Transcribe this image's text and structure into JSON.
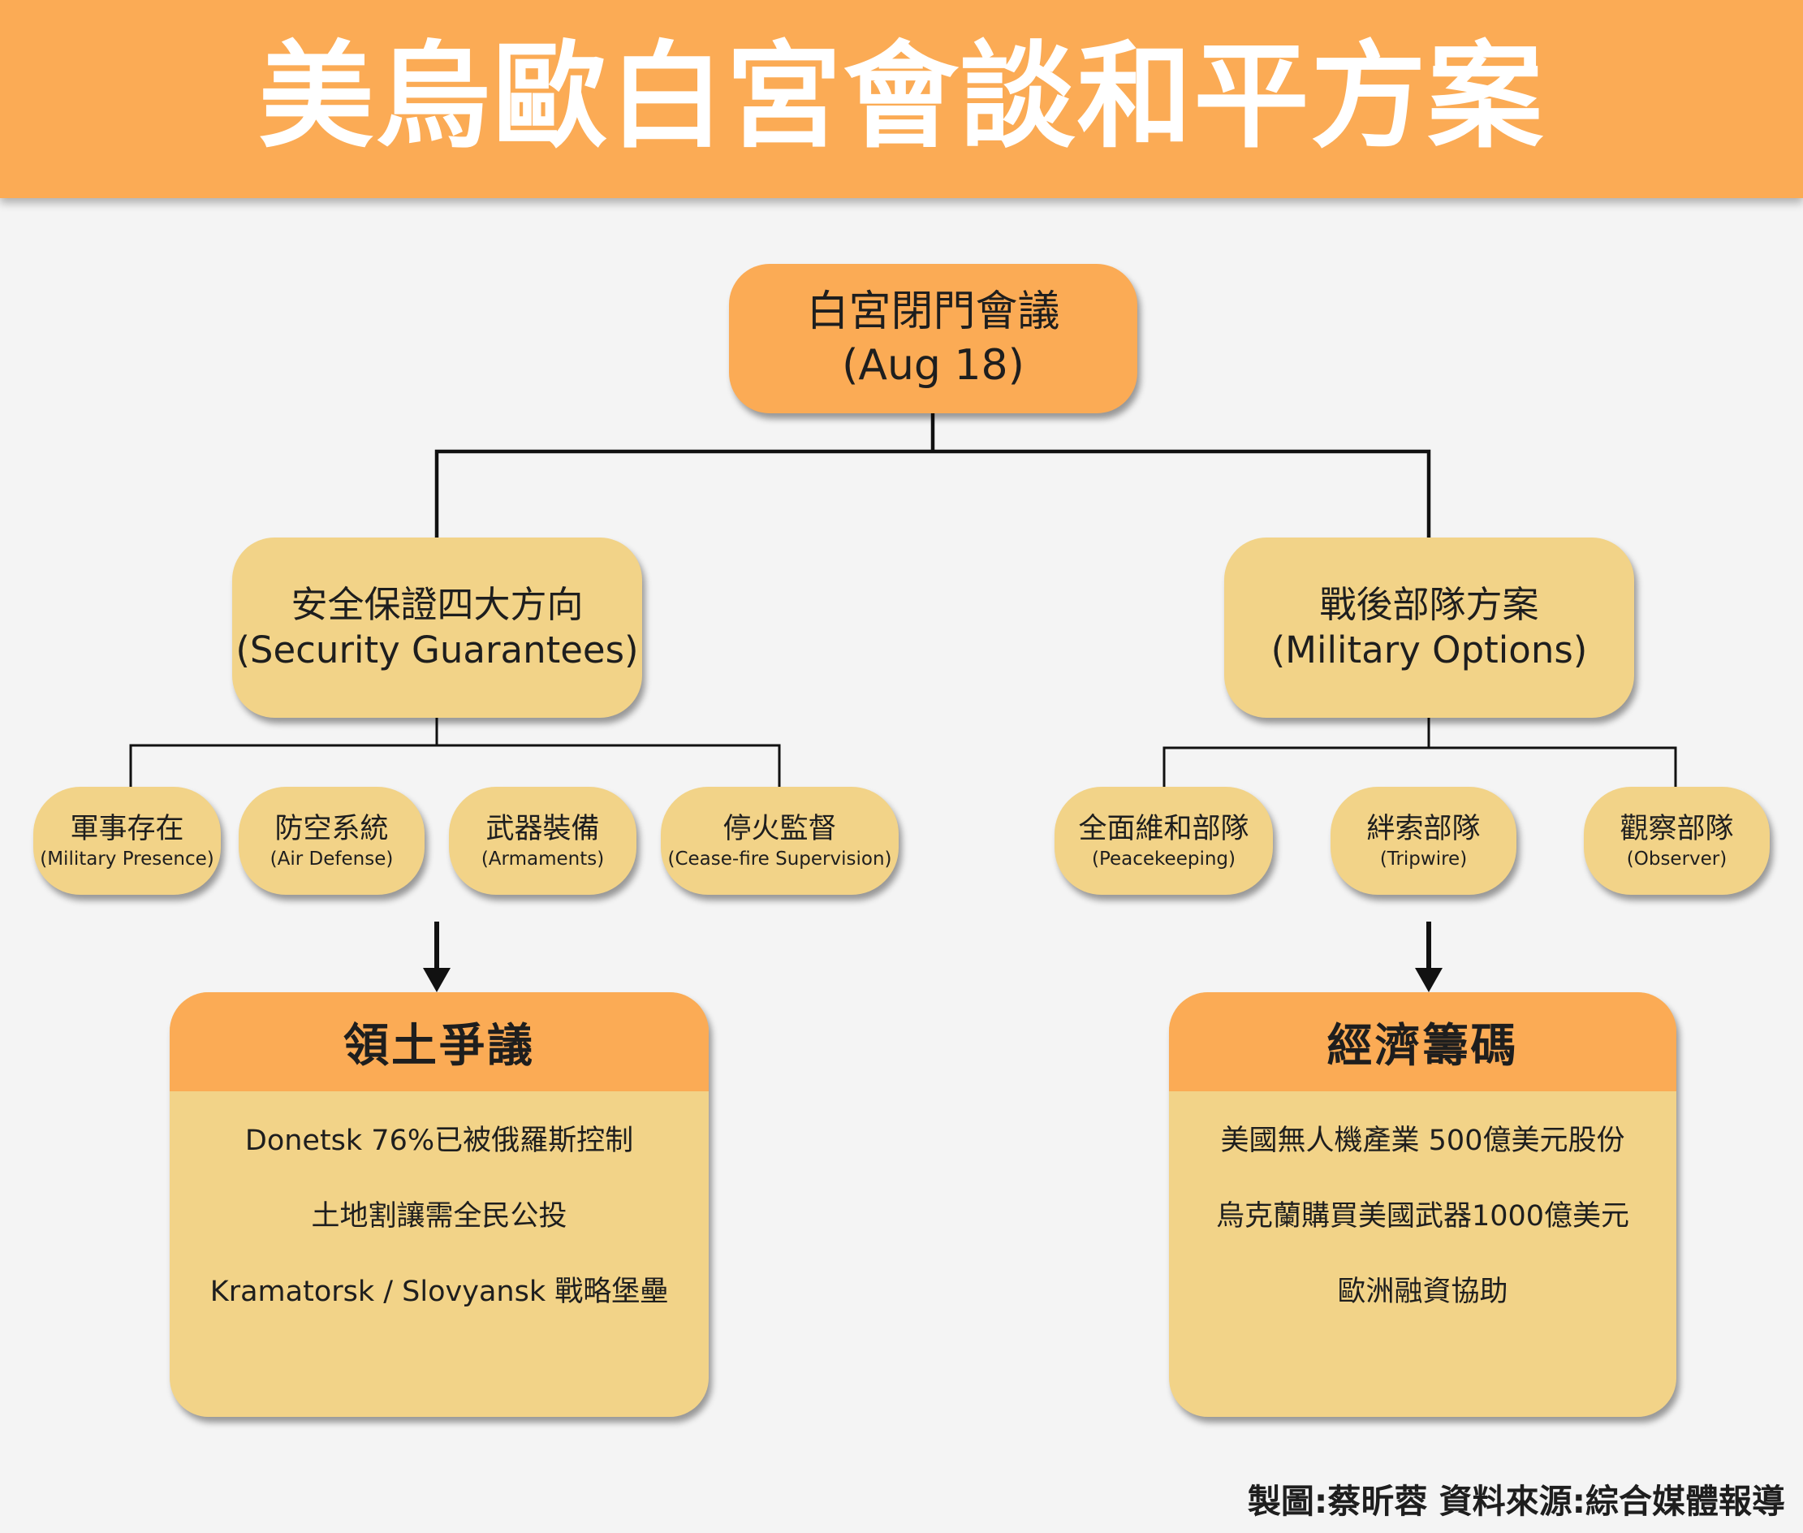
{
  "header": {
    "title": "美烏歐白宮會談和平方案"
  },
  "colors": {
    "header": "#fbab55",
    "node_light": "#f2d388",
    "node_dark": "#fbab55",
    "background": "#f4f4f4",
    "line": "#111111"
  },
  "root": {
    "title": "白宮閉門會議",
    "subtitle": "(Aug 18)"
  },
  "security": {
    "title": "安全保證四大方向",
    "subtitle": "(Security Guarantees)",
    "items": [
      {
        "zh": "軍事存在",
        "en": "(Military Presence)"
      },
      {
        "zh": "防空系統",
        "en": "(Air Defense)"
      },
      {
        "zh": "武器裝備",
        "en": "(Armaments)"
      },
      {
        "zh": "停火監督",
        "en": "(Cease-fire Supervision)"
      }
    ]
  },
  "military": {
    "title": "戰後部隊方案",
    "subtitle": "(Military Options)",
    "items": [
      {
        "zh": "全面維和部隊",
        "en": "(Peacekeeping)"
      },
      {
        "zh": "絆索部隊",
        "en": "(Tripwire)"
      },
      {
        "zh": "觀察部隊",
        "en": "(Observer)"
      }
    ]
  },
  "territory": {
    "title": "領土爭議",
    "lines": [
      "Donetsk 76%已被俄羅斯控制",
      "土地割讓需全民公投",
      "Kramatorsk / Slovyansk 戰略堡壘"
    ]
  },
  "economy": {
    "title": "經濟籌碼",
    "lines": [
      "美國無人機產業 500億美元股份",
      "烏克蘭購買美國武器1000億美元",
      "歐洲融資協助"
    ]
  },
  "credit": "製圖:蔡昕蓉  資料來源:綜合媒體報導"
}
